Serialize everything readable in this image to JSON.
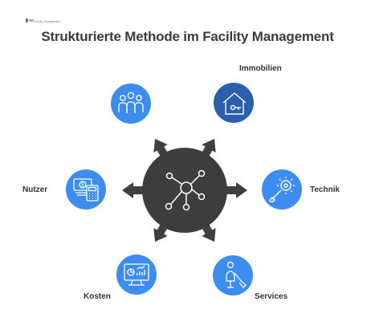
{
  "title": "Strukturierte Methode im Facility Management",
  "logo_text": "Facility Management",
  "colors": {
    "hub": "#3d3d3d",
    "arrow": "#3f3f3f",
    "node_light": "#3d8df0",
    "node_dark": "#2c5faa",
    "icon_line": "#ffffff"
  },
  "center": {
    "icon": "network-hub-icon"
  },
  "nodes": [
    {
      "id": "nutzer-gruppe",
      "label": "",
      "icon": "people-group-icon",
      "shade": "light"
    },
    {
      "id": "immobilien",
      "label": "Immobilien",
      "icon": "house-key-icon",
      "shade": "dark"
    },
    {
      "id": "technik",
      "label": "Technik",
      "icon": "gear-wrench-icon",
      "shade": "light"
    },
    {
      "id": "services",
      "label": "Services",
      "icon": "cleaning-person-icon",
      "shade": "light"
    },
    {
      "id": "kosten",
      "label": "Kosten",
      "icon": "analytics-screen-icon",
      "shade": "light"
    },
    {
      "id": "nutzer",
      "label": "Nutzer",
      "icon": "money-calculator-icon",
      "shade": "light"
    }
  ]
}
